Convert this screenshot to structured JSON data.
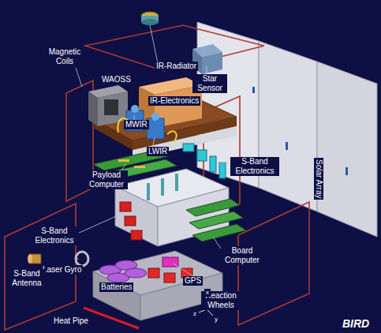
{
  "diagram": {
    "labels": [
      "IR-Radiator",
      "Magnetic Coils",
      "Star Sensor",
      "WAOSS",
      "IR-Electronics",
      "MWIR",
      "LWIR",
      "S-Band Electronics",
      "Solar Array",
      "Payload Computer",
      "S-Band Electronics",
      "Laser Gyro",
      "S-Band Antenna",
      "Board Computer",
      "GPS",
      "Batteries",
      "Reaction Wheels",
      "Heat Pipe",
      "x",
      "z",
      "y",
      "BIRD"
    ]
  }
}
